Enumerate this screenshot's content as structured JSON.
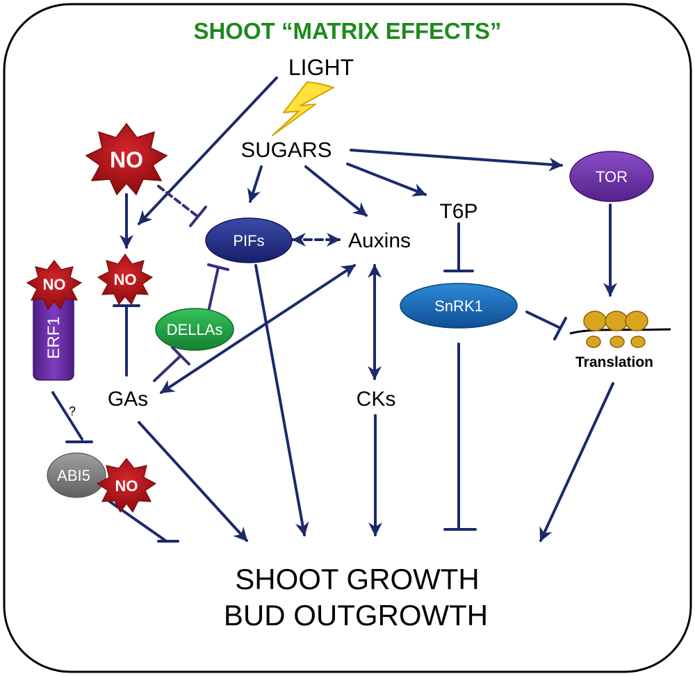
{
  "title": "SHOOT “MATRIX EFFECTS”",
  "nodes": {
    "light": "LIGHT",
    "sugars": "SUGARS",
    "no_top": "NO",
    "no_mid": "NO",
    "no_erf": "NO",
    "no_abi": "NO",
    "erf1": "ERF1",
    "abi5": "ABI5",
    "pifs": "PIFs",
    "auxins": "Auxins",
    "dellas": "DELLAs",
    "gas": "GAs",
    "cks": "CKs",
    "t6p": "T6P",
    "snrk1": "SnRK1",
    "tor": "TOR",
    "translation": "Translation",
    "question": "?"
  },
  "outcome": {
    "line1": "SHOOT GROWTH",
    "line2": "BUD OUTGROWTH"
  },
  "colors": {
    "title_green": "#1e8a1e",
    "arrow_navy": "#1b2a6b",
    "inhibit_purple": "#3b2d7a",
    "no_star_red": "#b01217",
    "pifs_navy": "#1f2a7a",
    "dellas_green": "#1f9a3e",
    "snrk1_blue": "#1565b0",
    "tor_purple": "#6a2fa6",
    "erf1_purple": "#6a2fa6",
    "abi5_gray": "#808080",
    "bolt_yellow": "#ffe23a",
    "ribosome_gold": "#d9a521"
  },
  "icons": [
    "lightning-icon",
    "ribosome-icon",
    "no-star-icon"
  ]
}
